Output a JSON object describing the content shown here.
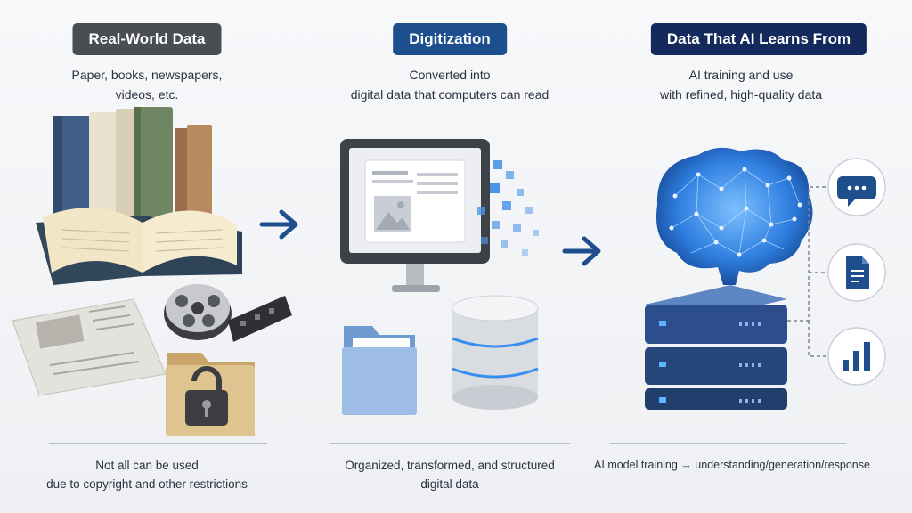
{
  "columns": [
    {
      "title": "Real-World Data",
      "title_color": "#4a4d52",
      "subtitle_lines": [
        "Paper, books, newspapers,",
        "videos, etc."
      ],
      "footer_lines": [
        "Not all can be used",
        "due to copyright and other restrictions"
      ]
    },
    {
      "title": "Digitization",
      "title_color": "#1d4f8f",
      "subtitle_lines": [
        "Converted into",
        "digital data that computers can read"
      ],
      "footer_lines": [
        "Organized, transformed, and structured",
        "digital data"
      ]
    },
    {
      "title": "Data That AI Learns From",
      "title_color": "#142a5c",
      "subtitle_lines": [
        "AI training and use",
        "with refined, high-quality data"
      ],
      "footer_lines": [
        "AI model training → understanding/generation/response"
      ]
    }
  ],
  "icons": {
    "col1": [
      "books-icon",
      "open-book-icon",
      "newspaper-icon",
      "film-reel-icon",
      "locked-folder-icon"
    ],
    "col2": [
      "monitor-icon",
      "folder-icon",
      "database-icon"
    ],
    "col3": [
      "ai-brain-icon",
      "server-icon",
      "chat-bubble-icon",
      "document-icon",
      "bar-chart-icon"
    ]
  },
  "colors": {
    "accent_blue": "#1f4e8c",
    "glow_blue": "#3a8df0"
  }
}
